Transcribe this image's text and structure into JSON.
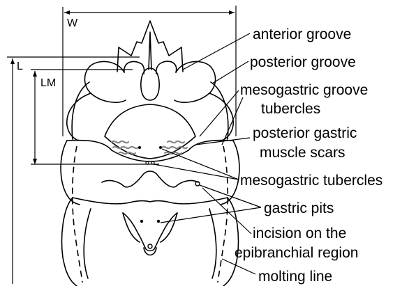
{
  "dimensions": {
    "width": "W",
    "length": "L",
    "mesogastric_length": "LM"
  },
  "labels": {
    "anterior_groove": "anterior groove",
    "posterior_groove": "posterior groove",
    "mesogastric_groove_tubercles_1": "mesogastric groove",
    "mesogastric_groove_tubercles_2": "tubercles",
    "posterior_gastric_scars_1": "posterior gastric",
    "posterior_gastric_scars_2": "muscle scars",
    "mesogastric_tubercles": "mesogastric tubercles",
    "gastric_pits": "gastric pits",
    "incision_1": "incision on the",
    "incision_2": "epibranchial region",
    "molting_line": "molting line"
  }
}
